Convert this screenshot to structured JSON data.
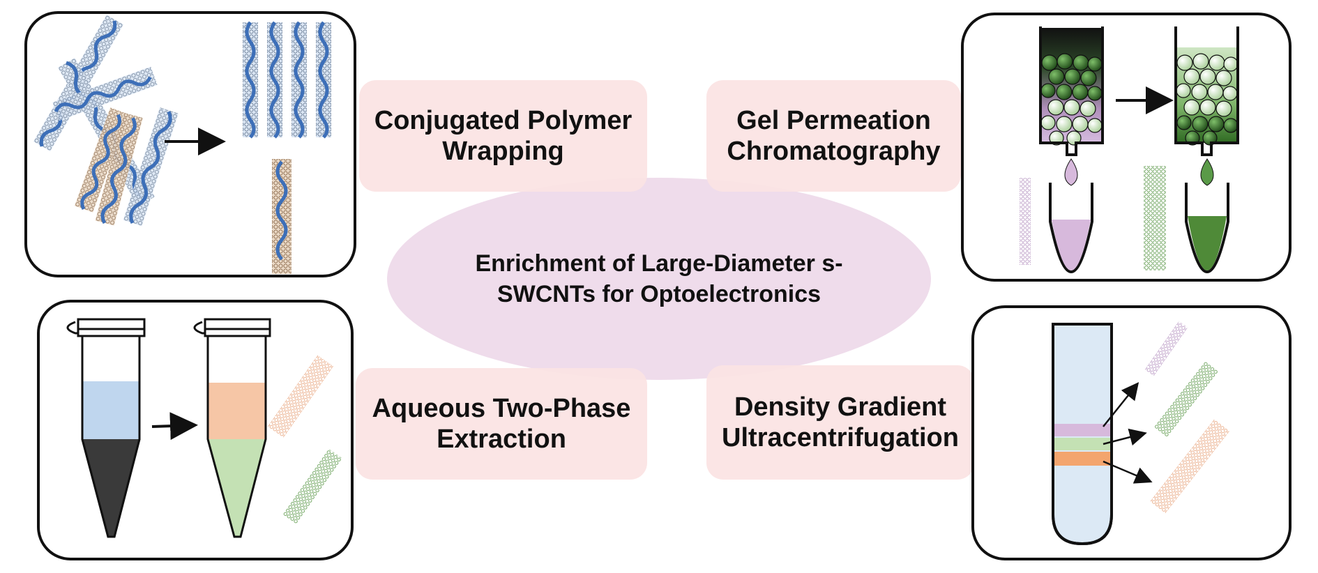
{
  "center": {
    "title": "Enrichment of Large-Diameter s-SWCNTs for Optoelectronics"
  },
  "methods": [
    {
      "id": "polymer",
      "label": "Conjugated Polymer\nWrapping"
    },
    {
      "id": "gel",
      "label": "Gel Permeation\nChromatography"
    },
    {
      "id": "aqueous",
      "label": "Aqueous Two-Phase\nExtraction"
    },
    {
      "id": "density",
      "label": "Density Gradient\nUltracentrifugation"
    }
  ],
  "colors": {
    "ellipse": "#efdceb",
    "label_box": "#fbe3e3",
    "panel_border": "#111111",
    "polymer_blue": "#3d6fb8",
    "tube_brown": "#9a7050",
    "gel_green_dark": "#2f5e24",
    "gel_green_light": "#bcdcb0",
    "purple": "#d7b9dc",
    "green_fraction": "#4f8a38",
    "light_blue": "#bfd6ee",
    "peach": "#f6c6a6",
    "pale_green": "#c4e1b4",
    "dark_gray": "#3a3a3a",
    "orange_band": "#f3a56e",
    "tube_fill": "#dce9f5"
  }
}
